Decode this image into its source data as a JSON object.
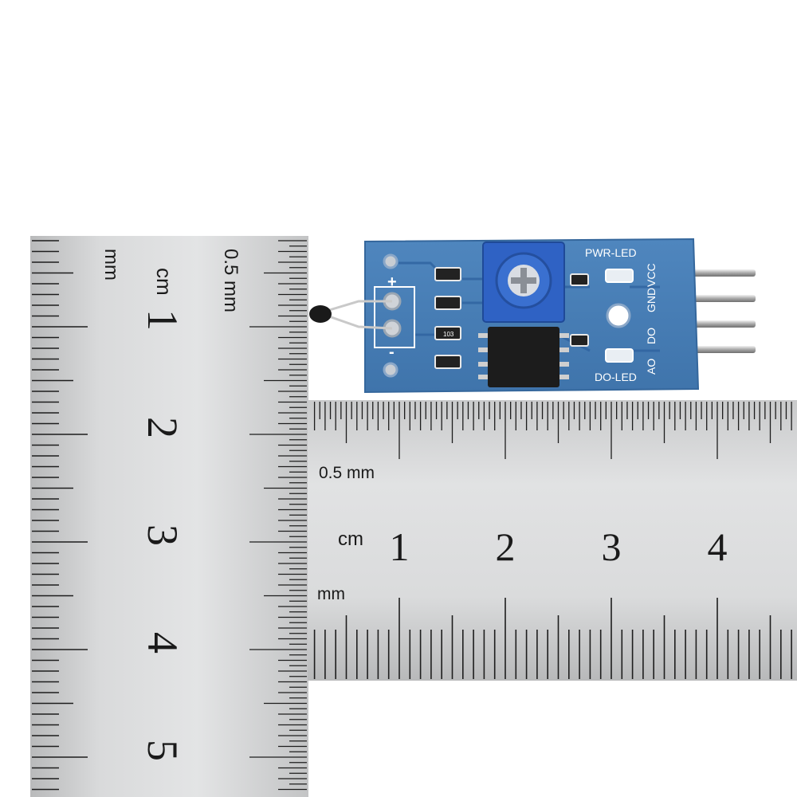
{
  "vertical_ruler": {
    "unit_mm": "mm",
    "unit_half": "0.5 mm",
    "unit_cm": "cm",
    "numbers": [
      "1",
      "2",
      "3",
      "4",
      "5"
    ]
  },
  "horizontal_ruler": {
    "unit_half": "0.5 mm",
    "unit_cm": "cm",
    "unit_mm": "mm",
    "numbers": [
      "1",
      "2",
      "3",
      "4"
    ]
  },
  "board": {
    "pwr_led": "PWR-LED",
    "do_led": "DO-LED",
    "pins": [
      "VCC",
      "GND",
      "DO",
      "AO"
    ],
    "plus": "+",
    "minus": "-",
    "resistor_code": "103"
  }
}
